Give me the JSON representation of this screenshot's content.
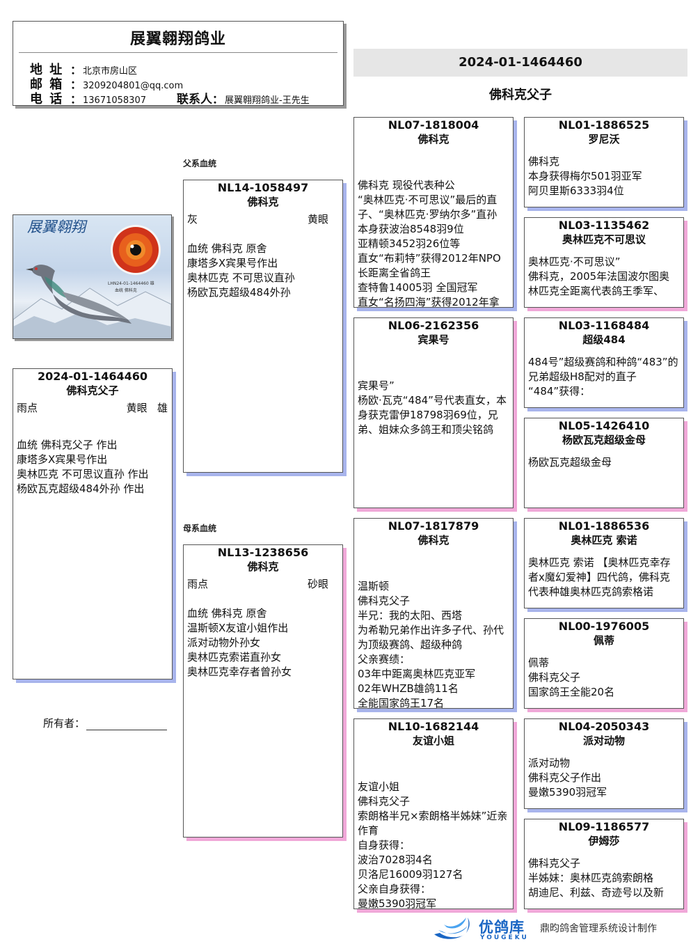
{
  "header": {
    "title": "展翼翱翔鸽业",
    "address_label": "地 址",
    "address": "北京市房山区",
    "email_label": "邮 箱",
    "email": "3209204801@qq.com",
    "phone_label": "电 话",
    "phone": "13671058307",
    "contact_label": "联系人",
    "contact": "展翼翱翔鸽业-王先生"
  },
  "top": {
    "ring": "2024-01-1464460",
    "title": "佛科克父子"
  },
  "labels": {
    "sire_line": "父系血统",
    "dam_line": "母系血统",
    "owner": "所有者："
  },
  "photo": {
    "ring_text": "LHN24-01-1464460 雄",
    "sub_text": "血统 佛科克"
  },
  "subject": {
    "ring": "2024-01-1464460",
    "name": "佛科克父子",
    "color": "雨点",
    "eye": "黄眼",
    "sex": "雄",
    "desc": "血统 佛科克父子 作出\n康塔多X宾果号作出\n奥林匹克 不可思议直孙 作出\n杨欧瓦克超级484外孙 作出"
  },
  "sire": {
    "ring": "NL14-1058497",
    "name": "佛科克",
    "color": "灰",
    "eye": "黄眼",
    "desc": "血统 佛科克 原舍\n康塔多X宾果号作出\n奥林匹克 不可思议直孙\n杨欧瓦克超级484外孙"
  },
  "dam": {
    "ring": "NL13-1238656",
    "name": "佛科克",
    "color": "雨点",
    "eye": "砂眼",
    "desc": "血统 佛科克 原舍\n温斯顿X友谊小姐作出\n派对动物外孙女\n奥林匹克索诺直孙女\n奥林匹克幸存者曾孙女"
  },
  "ss": {
    "ring": "NL07-1818004",
    "name": "佛科克",
    "desc": "佛科克 现役代表种公\n“奥林匹克·不可思议”最后的直子、“奥林匹克·罗纳尔多”直孙\n本身获波治8548羽9位\n亚精顿3452羽26位等\n直女“布莉特”获得2012年NPO长距离全省鸽王\n查特鲁14005羽 全国冠军\n直女“名扬四海”获得2012年拿"
  },
  "sd": {
    "ring": "NL06-2162356",
    "name": "宾果号",
    "desc": "宾果号”\n杨欧·瓦克“484”号代表直女，本身获克雷伊18798羽69位，兄弟、姐妹众多鸽王和顶尖铭鸽"
  },
  "ds": {
    "ring": "NL07-1817879",
    "name": "佛科克",
    "desc": "温斯顿\n佛科克父子\n半兄：我的太阳、西塔\n为希勒兄弟作出许多子代、孙代为顶级赛鸽、超级种鸽\n父亲赛绩：\n03年中距离奥林匹克亚军\n02年WHZB雄鸽11名\n全能国家鸽王17名"
  },
  "dd": {
    "ring": "NL10-1682144",
    "name": "友谊小姐",
    "desc": "友谊小姐\n佛科克父子\n索朗格半兄×索朗格半姊妹”近亲作育\n自身获得：\n波治7028羽4名\n贝洛尼16009羽127名\n父亲自身获得：\n曼嫩5390羽冠军"
  },
  "sss": {
    "ring": "NL01-1886525",
    "name": "罗尼沃",
    "desc": "佛科克\n本身获得梅尔501羽亚军\n阿贝里斯6333羽4位"
  },
  "ssd": {
    "ring": "NL03-1135462",
    "name": "奥林匹克不可思议",
    "desc": "奥林匹克·不可思议”\n佛科克，2005年法国波尔图奥林匹克全距离代表鸽王季军、"
  },
  "sds": {
    "ring": "NL03-1168484",
    "name": "超级484",
    "desc": "484号”超级赛鸽和种鸽“483”的兄弟超级H8配对的直子\n“484”获得："
  },
  "sdd": {
    "ring": "NL05-1426410",
    "name": "杨欧瓦克超级金母",
    "desc": "杨欧瓦克超级金母"
  },
  "dss": {
    "ring": "NL01-1886536",
    "name": "奥林匹克 索诺",
    "desc": "奥林匹克 索诺 【奥林匹克幸存者x魔幻爱神】四代鸽，佛科克代表种雄奥林匹克鸽索格诺"
  },
  "dsd": {
    "ring": "NL00-1976005",
    "name": "佩蒂",
    "desc": "佩蒂\n佛科克父子\n国家鸽王全能20名"
  },
  "dds": {
    "ring": "NL04-2050343",
    "name": "派对动物",
    "desc": "派对动物\n佛科克父子作出\n曼嫩5390羽冠军"
  },
  "ddd": {
    "ring": "NL09-1186577",
    "name": "伊姆莎",
    "desc": "佛科克父子\n半姊妹：奥林匹克鸽索朗格\n胡迪尼、利兹、奇迹号以及新"
  },
  "footer": {
    "brand": "优鸽库",
    "brand_en": "YOUGEKU",
    "credit": "鼎昀鸽舍管理系统设计制作"
  },
  "colors": {
    "blue_shadow": "#a8b4ec",
    "pink_shadow": "#f0a8d8",
    "brand_blue": "#1a66c4"
  }
}
